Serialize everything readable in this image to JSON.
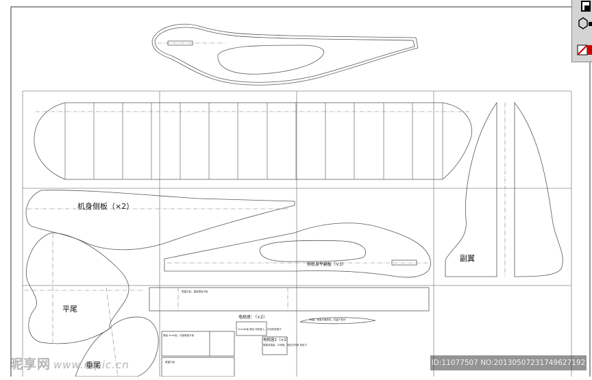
{
  "labels": {
    "fuselage_side": "机身侧板（×2）",
    "fuselage_plate": "侧机身平翻板（×3）",
    "aileron": "副翼",
    "tail": "平尾",
    "tail2": "垂尾",
    "motor_mount_1": "电机座：（×2）",
    "motor_mount_2": "电机座2（×2）"
  },
  "notes": {
    "strip_note": "尾翼平板，直板尾板平板",
    "box_note": "尾板 3mm板，切板尾板平板",
    "mount_note": "2mm木板 固定 电机座上，与电机座面平",
    "mount2_note": "尾翼安装板，中间板，固定在机身 底板下",
    "bottom_note": "尾翼中板",
    "airfoil_note": "机翼，厚度为最厚处，机翼下型状"
  },
  "watermark": {
    "site": "昵享网",
    "url": "www.nipic.cn",
    "id_text": "ID:11077507 NO:20130507231749627192"
  },
  "colors": {
    "line": "#555555",
    "panel": "#d4d4d4",
    "accent_red": "#cc0000"
  }
}
